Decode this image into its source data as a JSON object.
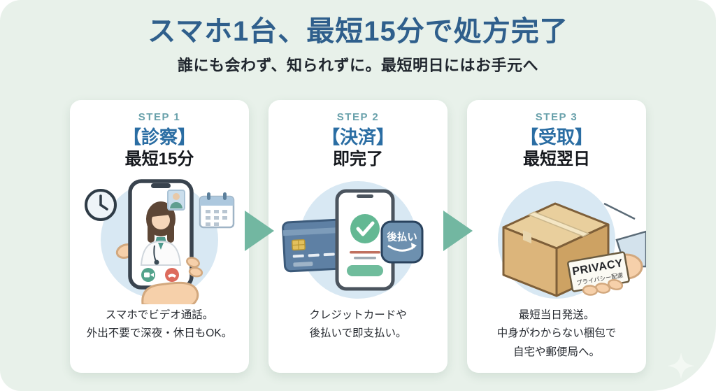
{
  "header": {
    "title": "スマホ1台、最短15分で処方完了",
    "subtitle": "誰にも会わず、知られずに。最短明日にはお手元へ"
  },
  "steps": [
    {
      "label": "STEP 1",
      "heading": "【診察】",
      "subheading": "最短15分",
      "description": "スマホでビデオ通話。\n外出不要で深夜・休日もOK。",
      "illustration": "smartphone-video-call-with-doctor"
    },
    {
      "label": "STEP 2",
      "heading": "【決済】",
      "subheading": "即完了",
      "description": "クレジットカードや\n後払いで即支払い。",
      "badge_label": "後払い",
      "illustration": "credit-card-and-phone-payment"
    },
    {
      "label": "STEP 3",
      "heading": "【受取】",
      "subheading": "最短翌日",
      "description": "最短当日発送。\n中身がわからない梱包で\n自宅や郵便局へ。",
      "package_label_en": "PRIVACY",
      "package_label_ja": "プライバシー配慮",
      "illustration": "plain-cardboard-box-in-hand"
    }
  ],
  "icons": [
    "clock-icon",
    "calendar-icon",
    "video-call-button",
    "hangup-button",
    "check-icon",
    "deferred-payment-badge",
    "privacy-label",
    "arrow-right-icon",
    "sparkle-icon"
  ],
  "colors": {
    "background": "#e8f1ea",
    "card": "#ffffff",
    "title": "#2f5f8c",
    "step_label": "#69a1ab",
    "heading": "#2a6da3",
    "body_text": "#272b31",
    "arrow": "#72b7a1",
    "illustration_circle": "#d8e8f3",
    "badge_blue": "#6d90af",
    "box_tan": "#dcb57b"
  }
}
